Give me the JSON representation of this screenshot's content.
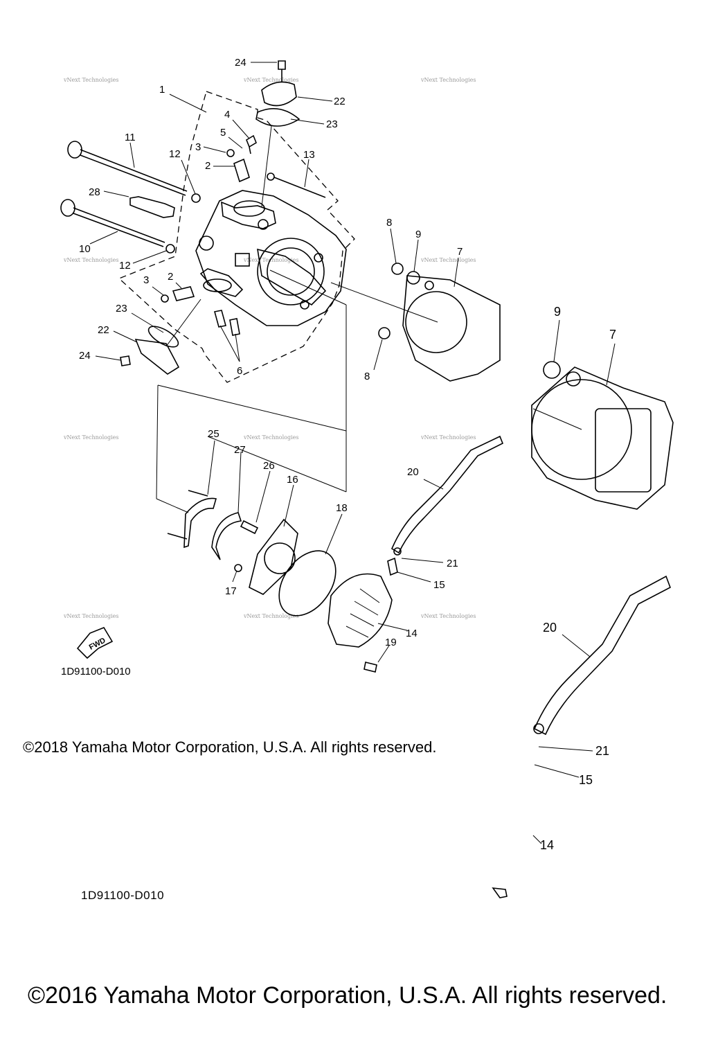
{
  "diagram": {
    "part_labels": [
      "1",
      "2",
      "2",
      "3",
      "3",
      "4",
      "5",
      "6",
      "7",
      "7",
      "8",
      "8",
      "9",
      "9",
      "10",
      "11",
      "12",
      "12",
      "13",
      "14",
      "14",
      "15",
      "15",
      "16",
      "17",
      "18",
      "19",
      "20",
      "20",
      "21",
      "21",
      "22",
      "22",
      "23",
      "23",
      "24",
      "24",
      "25",
      "26",
      "27",
      "28"
    ],
    "fwd_label": "FWD",
    "drawing_code": "1D91100-D010",
    "drawing_code_repeat": "1D91100-D010",
    "watermark": "vNext Technologies"
  },
  "copyright": {
    "small": "©2018 Yamaha Motor Corporation, U.S.A. All rights reserved.",
    "large": "©2016 Yamaha Motor Corporation, U.S.A. All rights reserved."
  }
}
